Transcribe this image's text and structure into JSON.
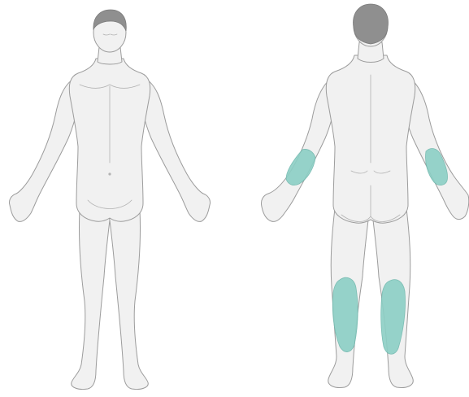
{
  "figures": [
    {
      "view": "front",
      "highlighted_regions": []
    },
    {
      "view": "back",
      "highlighted_regions": [
        "left-forearm",
        "right-forearm",
        "left-calf",
        "right-calf"
      ]
    }
  ],
  "colors": {
    "highlight": "#8ccfc5",
    "highlight_stroke": "#6fb8ad",
    "skin": "#f1f1f1",
    "outline": "#9c9c9c",
    "hair": "#8f8f8f"
  }
}
